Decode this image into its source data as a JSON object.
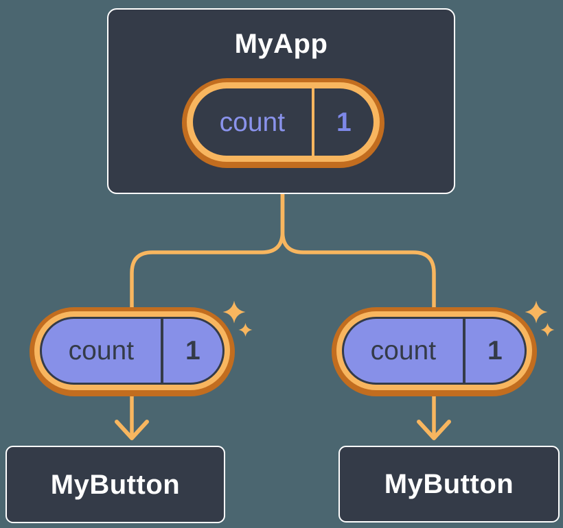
{
  "diagram": {
    "root_component": {
      "title": "MyApp",
      "state": {
        "name": "count",
        "value": "1"
      }
    },
    "children": [
      {
        "title": "MyButton",
        "state": {
          "name": "count",
          "value": "1"
        }
      },
      {
        "title": "MyButton",
        "state": {
          "name": "count",
          "value": "1"
        }
      }
    ]
  },
  "icons": {
    "sparkles": "four-point-star-sparkle",
    "arrow": "down-arrow"
  },
  "colors": {
    "background": "#4B6670",
    "box_fill": "#343B48",
    "box_border": "#FFFFFF",
    "pill_outer": "#C26D1F",
    "pill_ring": "#F8B65F",
    "root_pill_fill": "#343B48",
    "child_pill_fill": "#8790E8",
    "root_state_name_color": "#8A93EC",
    "root_state_value_color": "#7E88E8",
    "child_state_text": "#343B48",
    "connector": "#F8B65F",
    "title_text": "#FFFFFF"
  }
}
